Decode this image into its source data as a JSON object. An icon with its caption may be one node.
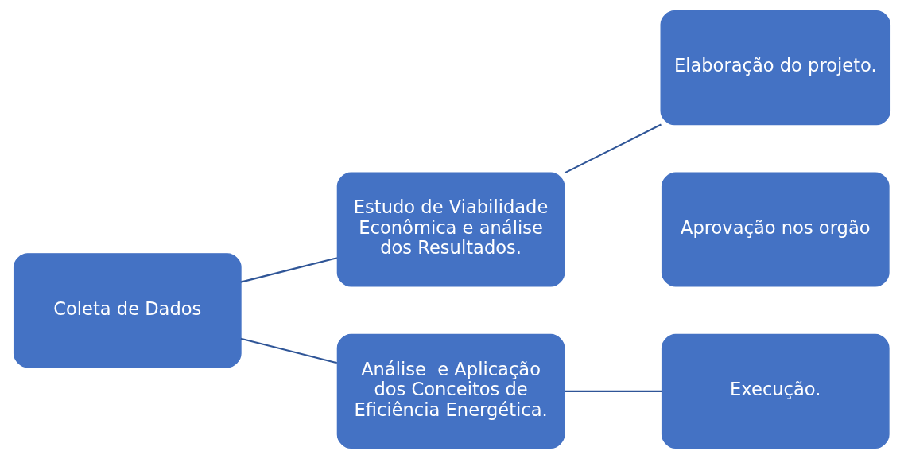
{
  "diagram": {
    "nodes": [
      {
        "text": [
          "Coleta de Dados"
        ]
      },
      {
        "text": [
          "Estudo de Viabilidade Econômica e análise dos Resultados."
        ]
      },
      {
        "text": [
          "Análise  e Aplicação dos Conceitos de Eficiência Energética."
        ]
      },
      {
        "text": [
          "Elaboração do projeto."
        ]
      },
      {
        "text": [
          "Aprovação nos orgão"
        ]
      },
      {
        "text": [
          "Execução."
        ]
      }
    ],
    "edges": [
      {
        "from": 0,
        "to": 1,
        "arrow": "none"
      },
      {
        "from": 0,
        "to": 2,
        "arrow": "none"
      },
      {
        "from": 1,
        "to": 3,
        "arrow": "none"
      },
      {
        "from": 2,
        "to": 5,
        "arrow": "none"
      }
    ]
  }
}
